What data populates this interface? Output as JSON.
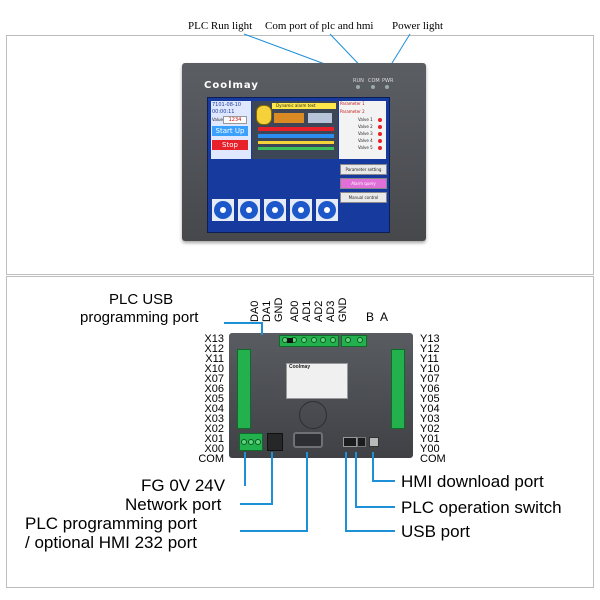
{
  "top_panel": {
    "callouts": {
      "run_light": "PLC Run light",
      "com_port": "Com port of plc and hmi",
      "power_light": "Power light"
    },
    "device": {
      "brand": "Coolmay",
      "led_labels": [
        "RUN",
        "COM",
        "PWR"
      ],
      "screen": {
        "date": "7101-08-10",
        "time": "00:00:11",
        "value_label": "Value",
        "value": "1234",
        "start_button": "Start Up",
        "stop_button": "Stop",
        "dynamic_text": "Dynamic alarm text",
        "parameter_1": "Parameter 1",
        "parameter_2": "Parameter 2",
        "valves": [
          "Valve 1",
          "Valve 2",
          "Valve 3",
          "Valve 4",
          "Valve 5"
        ],
        "parameter_setting": "Parameter setting",
        "alarm_query": "Alarm query",
        "manual_control": "Manual control"
      }
    }
  },
  "bottom_panel": {
    "port_labels": {
      "usb_programming": [
        "PLC USB",
        "programming port"
      ],
      "fg_0v_24v": "FG 0V 24V",
      "network": "Network port",
      "plc_programming": [
        "PLC programming port",
        "/ optional HMI 232 port"
      ],
      "hmi_download": "HMI download port",
      "operation_switch": "PLC operation switch",
      "usb_port": "USB port"
    },
    "top_pins": [
      "DA0",
      "DA1",
      "GND",
      "AD0",
      "AD1",
      "AD2",
      "AD3",
      "GND"
    ],
    "rs485_pins": [
      "B",
      "A"
    ],
    "input_pins": [
      "X13",
      "X12",
      "X11",
      "X10",
      "X07",
      "X06",
      "X05",
      "X04",
      "X03",
      "X02",
      "X01",
      "X00",
      "COM"
    ],
    "output_pins": [
      "Y13",
      "Y12",
      "Y11",
      "Y10",
      "Y07",
      "Y06",
      "Y05",
      "Y04",
      "Y03",
      "Y02",
      "Y01",
      "Y00",
      "COM"
    ],
    "device_brand": "Coolmay"
  },
  "colors": {
    "callout_line": "#1e90d8",
    "terminal_green": "#22b14c",
    "hmi_bezel": "#4f5256",
    "screen_blue": "#173a9e",
    "button_red": "#e8202a"
  }
}
